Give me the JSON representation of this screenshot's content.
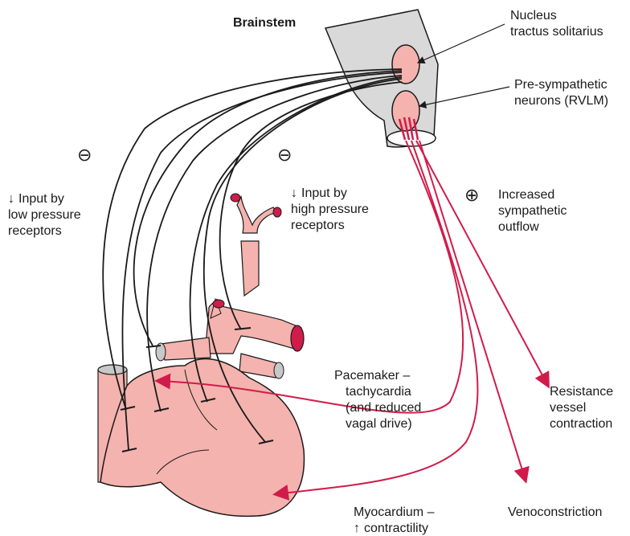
{
  "labels": {
    "brainstem": "Brainstem",
    "nts_line1": "Nucleus",
    "nts_line2": "tractus solitarius",
    "rvlm_line1": "Pre-sympathetic",
    "rvlm_line2": "neurons (RVLM)",
    "low_line1": "Input by",
    "low_line2": "low pressure",
    "low_line3": "receptors",
    "high_line1": "Input by",
    "high_line2": "high pressure",
    "high_line3": "receptors",
    "symp_line1": "Increased",
    "symp_line2": "sympathetic",
    "symp_line3": "outflow",
    "pace_line1": "Pacemaker –",
    "pace_line2": "tachycardia",
    "pace_line3": "(and reduced",
    "pace_line4": "vagal drive)",
    "res_line1": "Resistance",
    "res_line2": "vessel",
    "res_line3": "contraction",
    "veno": "Venoconstriction",
    "myo_line1": "Myocardium –",
    "myo_line2": "contractility"
  },
  "symbols": {
    "minus": "⊖",
    "plus": "⊕",
    "arrow_down": "↓",
    "arrow_up": "↑"
  },
  "colors": {
    "afferent": "#1a1a1a",
    "efferent": "#d01c4b",
    "tissue": "#f4b3ae",
    "brainstem": "#d9d9d9"
  }
}
